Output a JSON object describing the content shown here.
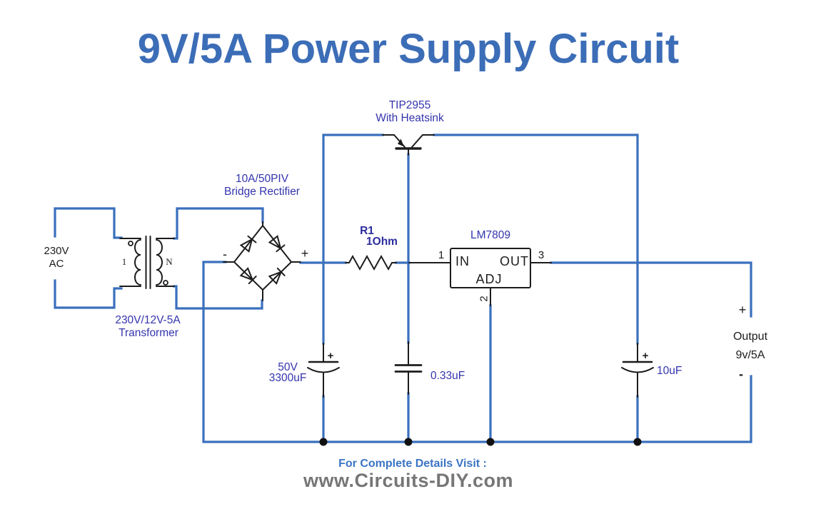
{
  "title": "9V/5A Power Supply Circuit",
  "source": {
    "voltage": "230V",
    "type": "AC"
  },
  "transformer": {
    "label_line1": "230V/12V-5A",
    "label_line2": "Transformer",
    "primary_mark": "1",
    "secondary_mark": "N"
  },
  "bridge": {
    "label_line1": "10A/50PIV",
    "label_line2": "Bridge Rectifier",
    "minus": "-",
    "plus": "+"
  },
  "transistor": {
    "label_line1": "TIP2955",
    "label_line2": "With Heatsink"
  },
  "resistor": {
    "ref": "R1",
    "value": "1Ohm"
  },
  "regulator": {
    "name": "LM7809",
    "pin_in": "IN",
    "pin_out": "OUT",
    "pin_adj": "ADJ",
    "pin1": "1",
    "pin2": "2",
    "pin3": "3"
  },
  "capacitors": {
    "c1_line1": "50V",
    "c1_line2": "3300uF",
    "c1_plus": "+",
    "c2_value": "0.33uF",
    "c3_value": "10uF",
    "c3_plus": "+"
  },
  "output": {
    "plus": "+",
    "label": "Output",
    "value": "9v/5A",
    "minus": "-"
  },
  "footer": {
    "line1": "For Complete Details Visit :",
    "line2": "www.Circuits-DIY.com"
  },
  "colors": {
    "wire_blue": "#3a70bd",
    "component_label": "#3434ae",
    "title_blue": "#3c6db7",
    "footer_blue": "#3a74c4",
    "footer_gray": "#767676",
    "symbol_black": "#1c1c1c",
    "background": "#ffffff"
  }
}
